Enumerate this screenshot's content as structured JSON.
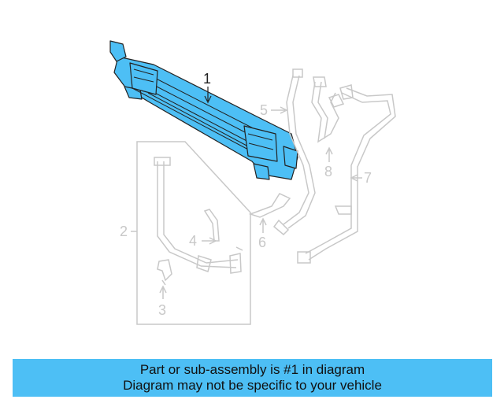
{
  "diagram": {
    "callouts": {
      "c1": "1",
      "c2": "2",
      "c3": "3",
      "c4": "4",
      "c5": "5",
      "c6": "6",
      "c7": "7",
      "c8": "8"
    },
    "colors": {
      "highlight_fill": "#4dbff5",
      "line": "#c8c8c8",
      "part_outline": "#222222"
    }
  },
  "banner": {
    "line1": "Part or sub-assembly is #1 in diagram",
    "line2": "Diagram may not be specific to your vehicle",
    "color": "#4dbff5"
  }
}
